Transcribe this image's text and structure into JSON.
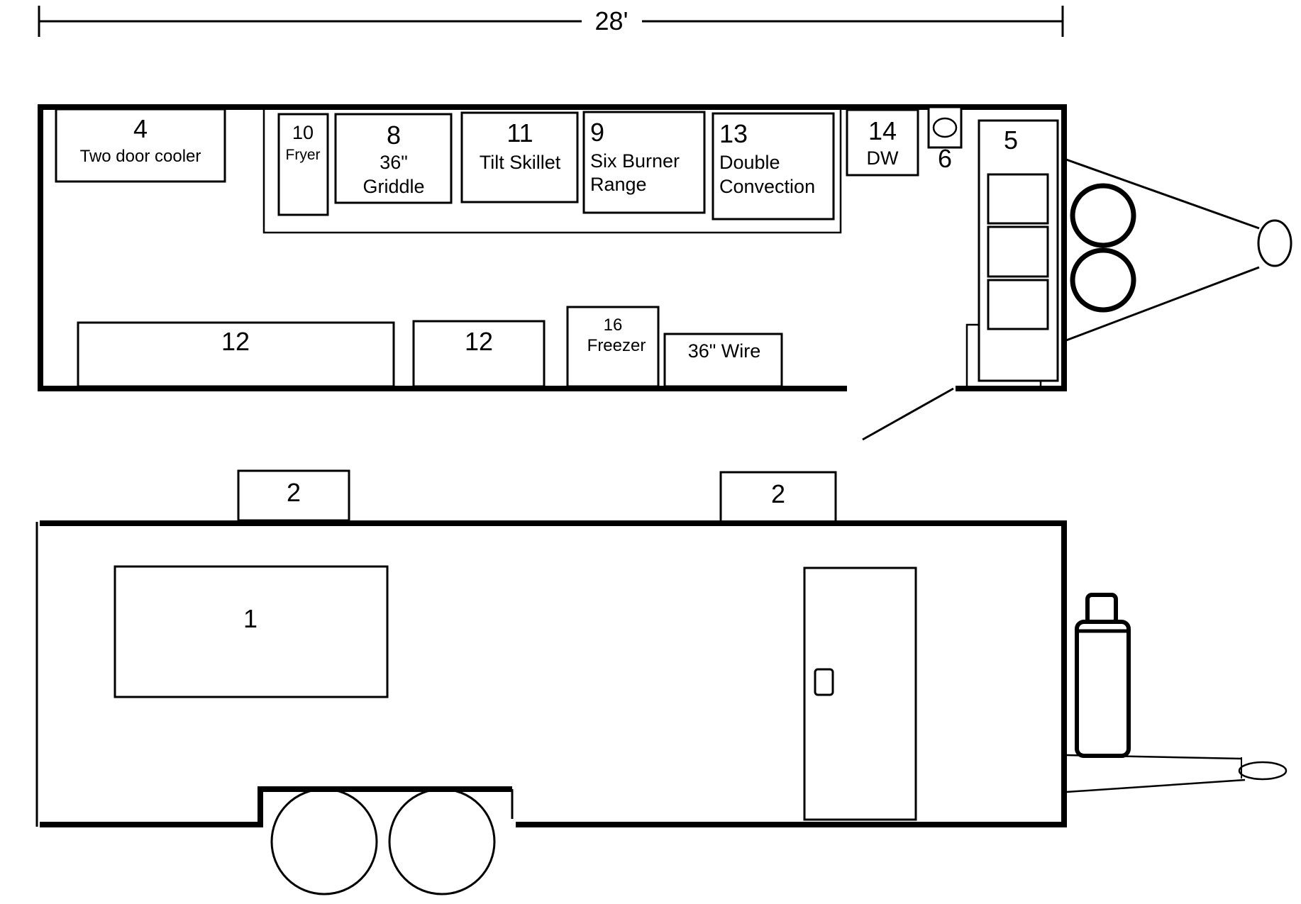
{
  "dimension": {
    "label": "28'"
  },
  "floor_plan": {
    "items": [
      {
        "num": "4",
        "label": "Two door cooler"
      },
      {
        "num": "10",
        "label": "Fryer"
      },
      {
        "num": "8",
        "label_line1": "36\"",
        "label_line2": "Griddle"
      },
      {
        "num": "11",
        "label": "Tilt Skillet"
      },
      {
        "num": "9",
        "label_line1": "Six Burner",
        "label_line2": "Range"
      },
      {
        "num": "13",
        "label_line1": "Double",
        "label_line2": "Convection"
      },
      {
        "num": "14",
        "label": "DW"
      },
      {
        "num": "6",
        "label": ""
      },
      {
        "num": "5",
        "label": ""
      },
      {
        "num": "12",
        "label": ""
      },
      {
        "num": "12",
        "label": ""
      },
      {
        "num": "16",
        "label": "Freezer"
      },
      {
        "num": "",
        "label": "36\" Wire"
      }
    ]
  },
  "elevation": {
    "items": [
      {
        "num": "2"
      },
      {
        "num": "2"
      },
      {
        "num": "1"
      }
    ]
  }
}
